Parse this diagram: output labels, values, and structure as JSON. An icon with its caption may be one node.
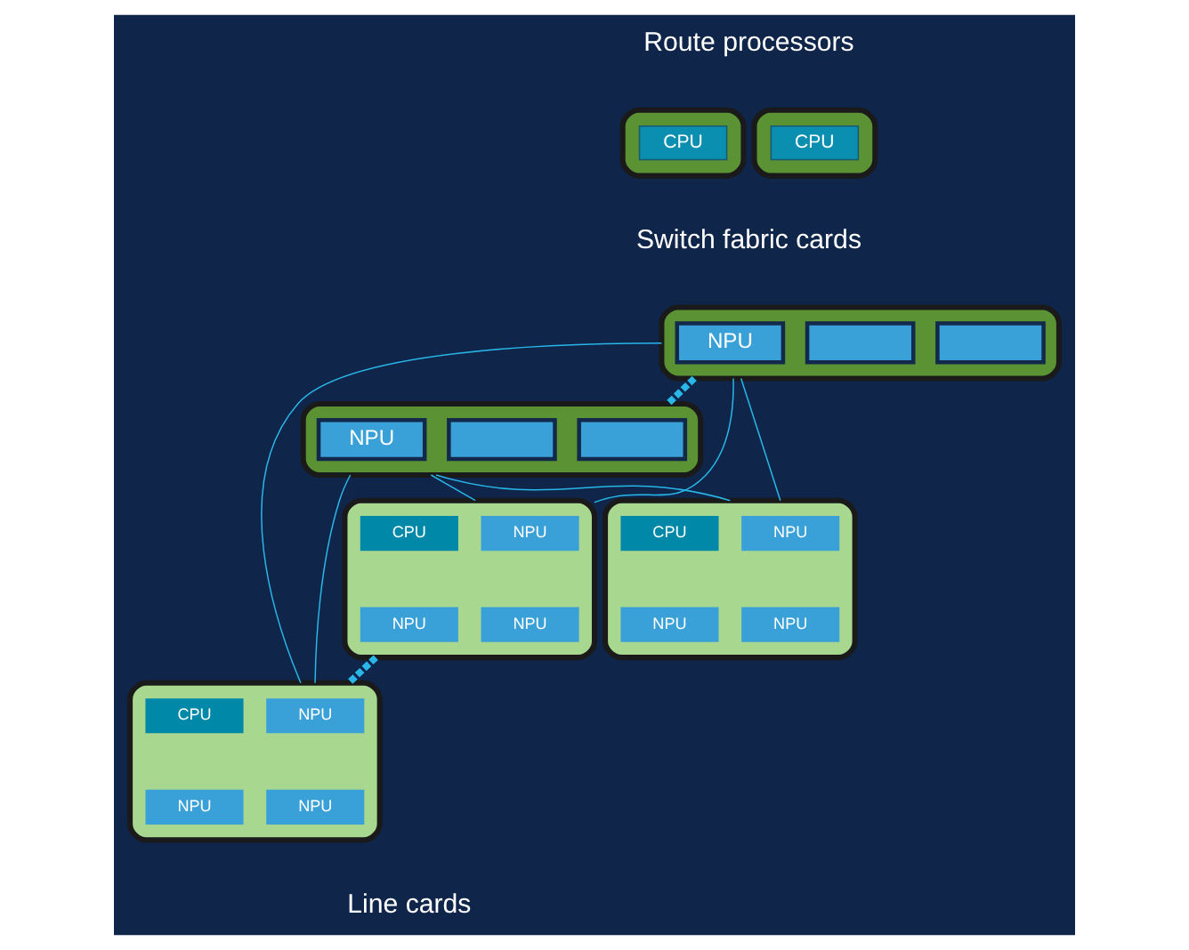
{
  "diagram": {
    "nodes": [
      {
        "text": [],
        "shape": "box"
      },
      {
        "text": [
          "CPU"
        ],
        "in": 0
      },
      {
        "text": [],
        "shape": "box"
      },
      {
        "text": [
          "CPU"
        ],
        "in": 2
      },
      {
        "text": [],
        "shape": "box"
      },
      {
        "text": [],
        "shape": "box",
        "in": 4
      },
      {
        "text": [],
        "shape": "box",
        "in": 4
      },
      {
        "text": [
          "NPU"
        ],
        "in": 4
      },
      {
        "text": [],
        "shape": "box"
      },
      {
        "text": [],
        "shape": "box",
        "in": 8
      },
      {
        "text": [],
        "shape": "box",
        "in": 8
      },
      {
        "text": [
          "NPU"
        ],
        "in": 8
      },
      {
        "text": [],
        "shape": "box"
      },
      {
        "text": [
          "NPU"
        ],
        "in": 12
      },
      {
        "text": [
          "CPU"
        ],
        "in": 12
      },
      {
        "text": [
          "NPU"
        ],
        "in": 12
      },
      {
        "text": [
          "NPU"
        ],
        "in": 12
      },
      {
        "text": [],
        "shape": "box"
      },
      {
        "text": [
          "NPU"
        ],
        "in": 17
      },
      {
        "text": [
          "CPU"
        ],
        "in": 17
      },
      {
        "text": [
          "NPU"
        ],
        "in": 17
      },
      {
        "text": [
          "NPU"
        ],
        "in": 17
      },
      {
        "text": [],
        "shape": "box"
      },
      {
        "text": [
          "NPU"
        ],
        "in": 22
      },
      {
        "text": [
          "CPU"
        ],
        "in": 22
      },
      {
        "text": [
          "NPU"
        ],
        "in": 22
      },
      {
        "text": [
          "NPU"
        ],
        "in": 22
      }
    ],
    "edges": [
      {
        "from": 4,
        "to": 8,
        "arrow": "none",
        "style": "dashed"
      },
      {
        "from": 4,
        "to": 12,
        "arrow": "none"
      },
      {
        "from": 4,
        "to": 17,
        "arrow": "none"
      },
      {
        "from": 4,
        "to": 22,
        "arrow": "none"
      },
      {
        "from": 8,
        "to": 12,
        "arrow": "none"
      },
      {
        "from": 8,
        "to": 17,
        "arrow": "none"
      },
      {
        "from": 8,
        "to": 22,
        "arrow": "none"
      },
      {
        "from": 17,
        "to": 22,
        "arrow": "none",
        "style": "dashed"
      }
    ],
    "labels": [
      "Route processors",
      "Switch fabric cards",
      "Line cards"
    ]
  }
}
